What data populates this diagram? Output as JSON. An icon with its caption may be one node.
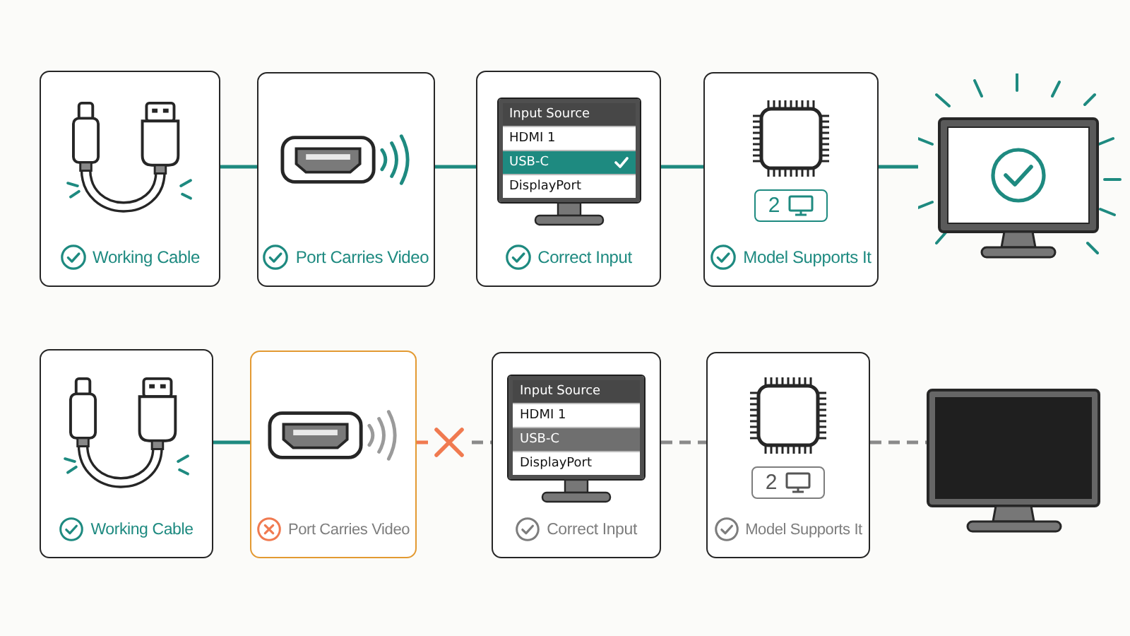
{
  "diagram": {
    "nodes": [
      {
        "text": [
          "Working Cable"
        ]
      },
      {
        "text": [
          "Port Carries Video"
        ]
      },
      {
        "text": [
          "Input Source",
          "HDMI 1",
          "USB-C",
          "DisplayPort",
          "Correct Input"
        ]
      },
      {
        "text": [
          "2",
          "Model Supports It"
        ]
      },
      {
        "text": [],
        "shape": "picture"
      },
      {
        "text": [
          "Working Cable"
        ]
      },
      {
        "text": [
          "Port Carries Video"
        ]
      },
      {
        "text": [
          "Input Source",
          "HDMI 1",
          "USB-C",
          "DisplayPort",
          "Correct Input"
        ]
      },
      {
        "text": [
          "2",
          "Model Supports It"
        ]
      },
      {
        "text": [],
        "shape": "picture"
      }
    ],
    "edges": [
      {
        "from": 0,
        "to": 1,
        "arrow": "none"
      },
      {
        "from": 1,
        "to": 2,
        "arrow": "none"
      },
      {
        "from": 2,
        "to": 3,
        "arrow": "none"
      },
      {
        "from": 3,
        "to": 4,
        "arrow": "none"
      },
      {
        "from": 5,
        "to": 6,
        "arrow": "none"
      },
      {
        "from": 6,
        "to": 7,
        "arrow": "none",
        "style": "dashed",
        "color": "#f07a50"
      },
      {
        "from": 7,
        "to": 8,
        "arrow": "none",
        "style": "dashed",
        "color": "#8a8a8a"
      },
      {
        "from": 8,
        "to": 9,
        "arrow": "none",
        "style": "dashed",
        "color": "#8a8a8a"
      }
    ]
  }
}
